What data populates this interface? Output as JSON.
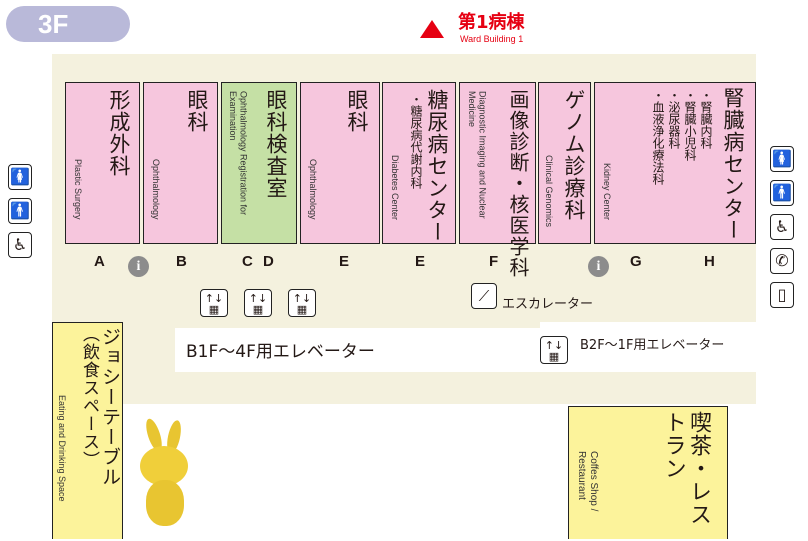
{
  "floor": "3F",
  "ward": {
    "jp": "第1病棟",
    "en": "Ward Building 1"
  },
  "rooms": [
    {
      "id": "plastic",
      "jp": "形成外科",
      "en": "Plastic Surgery"
    },
    {
      "id": "ophth-b",
      "jp": "眼科",
      "en": "Ophthalmology"
    },
    {
      "id": "ophth-exam",
      "jp": "眼科検査室",
      "en": "Ophthalmology Registration for Examination"
    },
    {
      "id": "ophth-e",
      "jp": "眼科",
      "en": "Ophthalmology"
    },
    {
      "id": "diabetes",
      "jp": "糖尿病センター",
      "sub": "・糖尿病代謝内科",
      "en": "Diabetes Center"
    },
    {
      "id": "imaging",
      "jp": "画像診断・核医学科",
      "en": "Diagnostic Imaging and Nuclear Medicine"
    },
    {
      "id": "genomics",
      "jp": "ゲノム診療科",
      "en": "Clinical Genomics"
    },
    {
      "id": "kidney",
      "jp": "腎臓病センター",
      "subs": [
        "・腎臓内科",
        "・腎臓小児科",
        "・泌尿器科",
        "・血液浄化療法科"
      ],
      "en": "Kidney Center"
    }
  ],
  "zones": [
    "A",
    "B",
    "C",
    "D",
    "E",
    "E",
    "F",
    "G",
    "H"
  ],
  "info_symbol": "i",
  "escalator": {
    "label": "エスカレーター",
    "icon": "escalator-icon"
  },
  "elevators": {
    "main_label": "B1F〜4F用エレベーター",
    "side_label": "B2F〜1F用エレベーター",
    "icon_glyph": "↑↓"
  },
  "table_area": {
    "jp": "ジョシーテーブル",
    "jp_sub": "（飲食スペース）",
    "en": "Eating and Drinking Space"
  },
  "cafe": {
    "jp": "喫茶・レストラン",
    "en": "Coffes Shop / Restaurant"
  },
  "facilities_left": [
    {
      "icon": "female-restroom-icon",
      "glyph": "🚺"
    },
    {
      "icon": "male-restroom-icon",
      "glyph": "🚹"
    },
    {
      "icon": "wheelchair-icon",
      "glyph": "♿"
    }
  ],
  "facilities_right": [
    {
      "icon": "female-restroom-icon",
      "glyph": "🚺"
    },
    {
      "icon": "male-restroom-icon",
      "glyph": "🚹"
    },
    {
      "icon": "wheelchair-icon",
      "glyph": "♿"
    },
    {
      "icon": "phone-icon",
      "glyph": "✆"
    },
    {
      "icon": "mobile-phone-icon",
      "glyph": "▯"
    }
  ],
  "colors": {
    "ward_red": "#e60012",
    "clinic_pink": "#f6c6dd",
    "exam_green": "#c5e0a5",
    "area_yellow": "#fcf39b",
    "floor_beige": "#f4f1de",
    "badge_lavender": "#b9b9d9"
  }
}
